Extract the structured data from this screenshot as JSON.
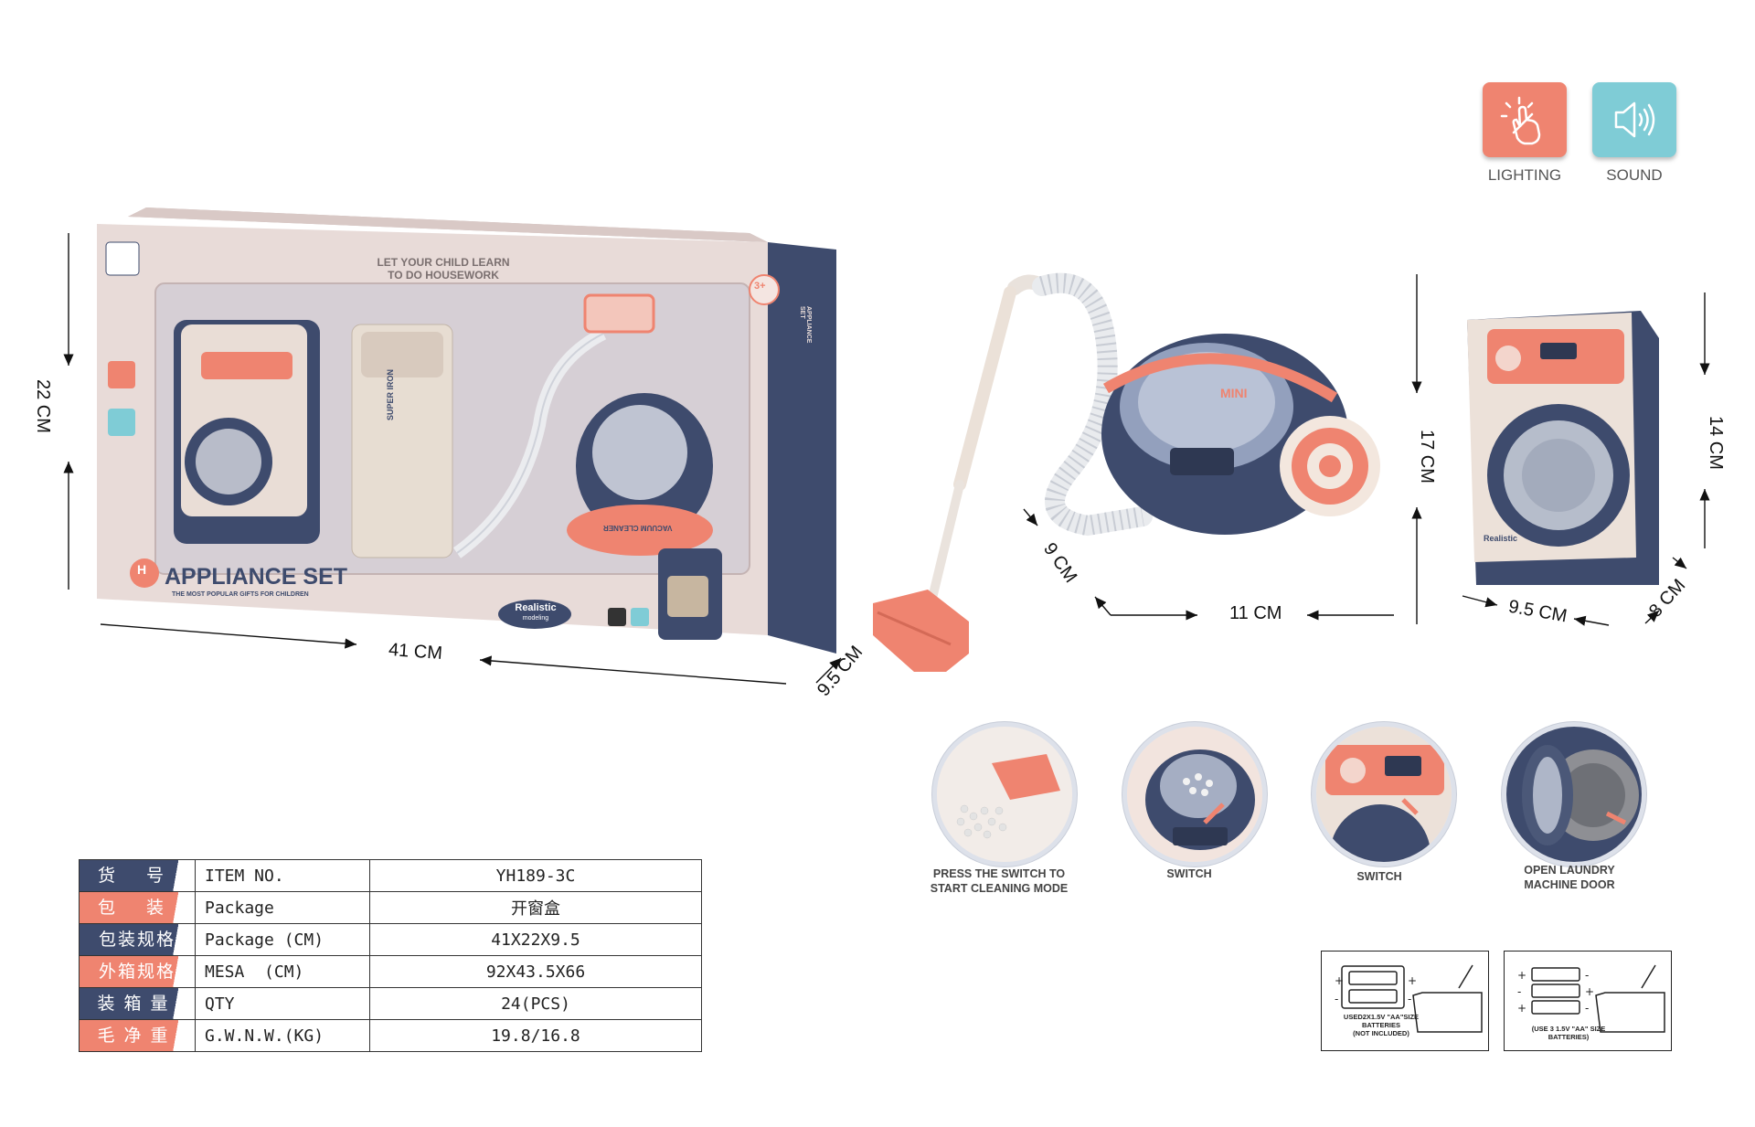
{
  "features": [
    {
      "label": "LIGHTING",
      "icon": "hand-touch-icon",
      "color": "#ef8470"
    },
    {
      "label": "SOUND",
      "icon": "speaker-icon",
      "color": "#7fccd6"
    }
  ],
  "package": {
    "tagline_1": "LET YOUR CHILD LEARN",
    "tagline_2": "TO DO HOUSEWORK",
    "age": "3+",
    "title": "APPLIANCE SET",
    "title_letter": "H",
    "subtitle": "THE MOST POPULAR GIFTS FOR CHILDREN",
    "badge_1": "Realistic",
    "badge_2": "modeling",
    "iron_text": "SUPER IRON",
    "vacuum_text": "VACUUM CLEANER",
    "side_text": "APPLIANCE SET"
  },
  "dimensions": {
    "pkg_height": "22 CM",
    "pkg_width": "41 CM",
    "pkg_depth": "9.5 CM",
    "vac_depth": "9 CM",
    "vac_width": "11 CM",
    "vac_height": "17 CM",
    "wash_height": "14 CM",
    "wash_width": "9.5 CM",
    "wash_depth": "8 CM"
  },
  "product_labels": {
    "vacuum_mini": "MINI",
    "washer_brand": "Realistic"
  },
  "feature_circles": [
    {
      "caption_1": "PRESS THE SWITCH TO",
      "caption_2": "START CLEANING MODE"
    },
    {
      "caption_1": "SWITCH",
      "caption_2": ""
    },
    {
      "caption_1": "SWITCH",
      "caption_2": ""
    },
    {
      "caption_1": "OPEN LAUNDRY",
      "caption_2": "MACHINE DOOR"
    }
  ],
  "spec_table": [
    {
      "cn": "货 号",
      "en": "ITEM NO.",
      "value": "YH189-3C",
      "style": "navy"
    },
    {
      "cn": "包 装",
      "en": "Package",
      "value": "开窗盒",
      "style": "coral"
    },
    {
      "cn": "包装规格",
      "en": "Package (CM)",
      "value": "41X22X9.5",
      "style": "navy"
    },
    {
      "cn": "外箱规格",
      "en": "MESA  (CM)",
      "value": "92X43.5X66",
      "style": "coral"
    },
    {
      "cn": "装箱量",
      "en": "QTY",
      "value": "24(PCS)",
      "style": "navy"
    },
    {
      "cn": "毛净重",
      "en": "G.W.N.W.(KG)",
      "value": "19.8/16.8",
      "style": "coral"
    }
  ],
  "batteries": [
    {
      "line_1": "USED2X1.5V \"AA\"SIZE",
      "line_2": "BATTERIES",
      "line_3": "(NOT INCLUDED)",
      "count": 2
    },
    {
      "line_1": "(USE 3  1.5V \"AA\" SIZE",
      "line_2": "BATTERIES)",
      "line_3": "",
      "count": 3
    }
  ],
  "colors": {
    "navy": "#3e4b6d",
    "coral": "#ef8470",
    "box_pink": "#e9dcd8",
    "teal": "#7fccd6"
  }
}
